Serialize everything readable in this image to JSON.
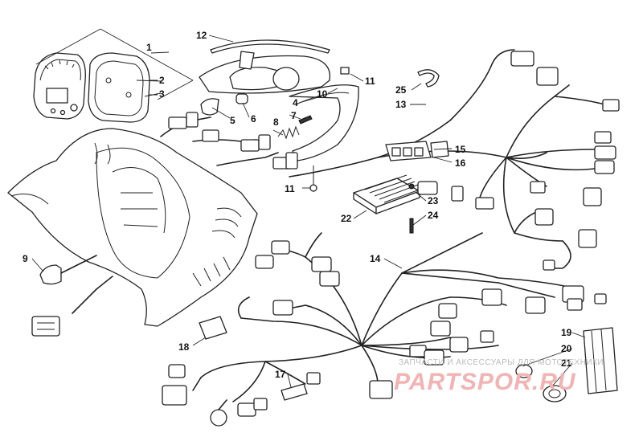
{
  "callouts": [
    "1",
    "2",
    "3",
    "4",
    "5",
    "6",
    "7",
    "8",
    "9",
    "10",
    "11",
    "11",
    "12",
    "13",
    "14",
    "15",
    "16",
    "17",
    "18",
    "19",
    "20",
    "21",
    "22",
    "23",
    "24",
    "25"
  ],
  "watermark": {
    "tagline": "ЗАПЧАСТИ И АКСЕССУАРЫ ДЛЯ МОТОТЕХНИКИ",
    "brand": "PARTSPOR.RU"
  },
  "colors": {
    "line": "#222222",
    "watermark": "#f2b3b3",
    "background": "#ffffff"
  }
}
